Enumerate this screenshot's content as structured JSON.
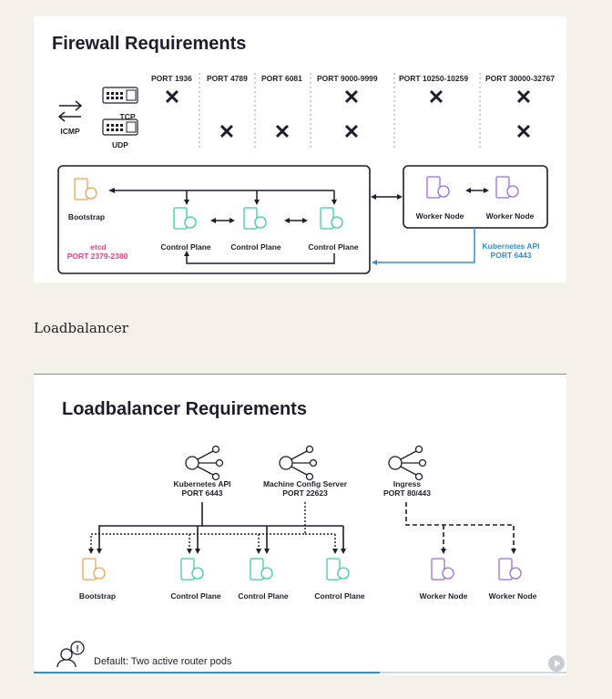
{
  "firewall": {
    "title": "Firewall Requirements",
    "protocols": {
      "tcp": "TCP",
      "udp": "UDP",
      "icmp": "ICMP"
    },
    "ports": [
      "PORT 1936",
      "PORT 4789",
      "PORT 6081",
      "PORT 9000-9999",
      "PORT 10250-10259",
      "PORT 30000-32767"
    ],
    "tcp_marks": [
      true,
      false,
      false,
      true,
      true,
      true
    ],
    "udp_marks": [
      false,
      true,
      true,
      true,
      false,
      true
    ],
    "mark_glyph": "✕",
    "nodes": {
      "bootstrap": "Bootstrap",
      "etcd": "etcd",
      "etcd_port": "PORT 2379-2380",
      "control_plane": "Control Plane",
      "worker_node": "Worker Node",
      "k8s_api": "Kubernetes API",
      "k8s_api_port": "PORT 6443"
    }
  },
  "caption": "Loadbalancer",
  "loadbalancer": {
    "title": "Loadbalancer Requirements",
    "sources": [
      {
        "name": "Kubernetes API",
        "port": "PORT 6443"
      },
      {
        "name": "Machine Config Server",
        "port": "PORT 22623"
      },
      {
        "name": "Ingress",
        "port": "PORT 80/443"
      }
    ],
    "targets": {
      "bootstrap": "Bootstrap",
      "control_plane": "Control Plane",
      "worker_node": "Worker Node"
    },
    "footer": "Default: Two active router pods",
    "progress_fraction": 0.65
  },
  "colors": {
    "orange": "#f2a14a",
    "green": "#3ec9a7",
    "purple": "#9b6cd6",
    "pink": "#e0437c",
    "blue": "#2b8fd6",
    "dark": "#1d1d2e"
  },
  "icons": [
    "server-icon",
    "network-hub-icon",
    "switch-icon",
    "swap-arrows-icon",
    "support-agent-icon",
    "play-icon"
  ]
}
